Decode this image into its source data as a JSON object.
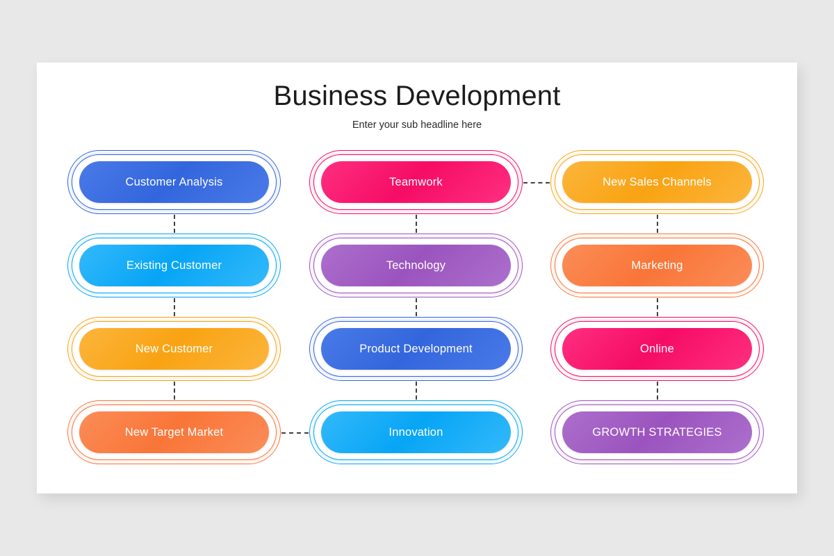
{
  "slide": {
    "title": "Business Development",
    "subtitle": "Enter your sub headline here",
    "background_color": "#ffffff",
    "page_background_color": "#e9e8e9"
  },
  "palette": {
    "royal_blue": "#3366dd",
    "royal_blue_light": "#4a7ae8",
    "cyan_blue": "#07a5f5",
    "cyan_blue_light": "#33b9fb",
    "amber": "#f9a313",
    "amber_light": "#fcb53c",
    "orange": "#f97538",
    "orange_light": "#fb8d58",
    "crimson": "#f50c65",
    "crimson_light": "#ff2f80",
    "purple": "#9b54be",
    "purple_light": "#ac6fcc"
  },
  "columns": [
    {
      "name": "column-1",
      "nodes": [
        {
          "label": "Customer Analysis",
          "color": "#3366dd",
          "color_light": "#4a7ae8"
        },
        {
          "label": "Existing Customer",
          "color": "#07a5f5",
          "color_light": "#33b9fb"
        },
        {
          "label": "New Customer",
          "color": "#f9a313",
          "color_light": "#fcb53c"
        },
        {
          "label": "New Target Market",
          "color": "#f97538",
          "color_light": "#fb8d58"
        }
      ]
    },
    {
      "name": "column-2",
      "nodes": [
        {
          "label": "Teamwork",
          "color": "#f50c65",
          "color_light": "#ff2f80"
        },
        {
          "label": "Technology",
          "color": "#9b54be",
          "color_light": "#ac6fcc"
        },
        {
          "label": "Product Development",
          "color": "#3366dd",
          "color_light": "#4a7ae8"
        },
        {
          "label": "Innovation",
          "color": "#07a5f5",
          "color_light": "#33b9fb"
        }
      ]
    },
    {
      "name": "column-3",
      "nodes": [
        {
          "label": "New Sales Channels",
          "color": "#f9a313",
          "color_light": "#fcb53c"
        },
        {
          "label": "Marketing",
          "color": "#f97538",
          "color_light": "#fb8d58"
        },
        {
          "label": "Online",
          "color": "#f50c65",
          "color_light": "#ff2f80"
        },
        {
          "label": "GROWTH STRATEGIES",
          "color": "#9b54be",
          "color_light": "#ac6fcc"
        }
      ]
    }
  ],
  "connectors": {
    "color": "#3f3f3f",
    "style": "dashed",
    "vertical_count": 9,
    "horizontal_count": 2
  }
}
